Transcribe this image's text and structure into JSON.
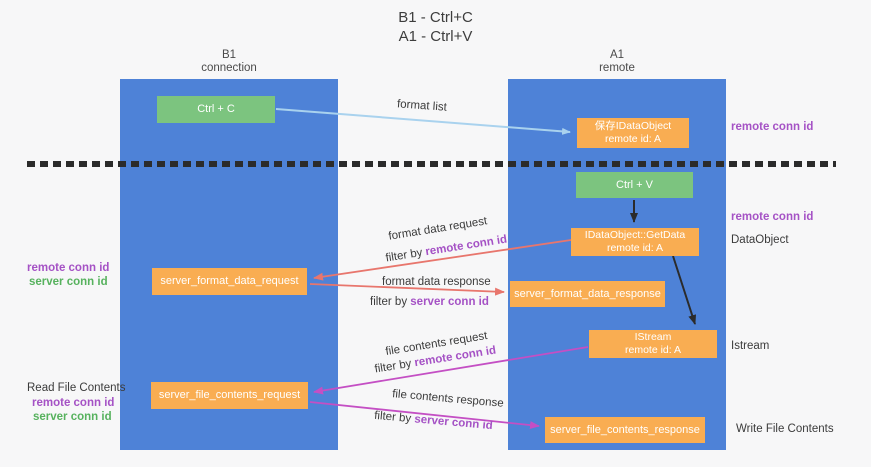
{
  "title": {
    "line1": "B1 - Ctrl+C",
    "line2": "A1 - Ctrl+V"
  },
  "lifelines": {
    "left": {
      "name": "B1",
      "role": "connection"
    },
    "right": {
      "name": "A1",
      "role": "remote"
    }
  },
  "nodes": {
    "ctrl_c": {
      "label": "Ctrl + C"
    },
    "save_idataobject": {
      "line1": "保存IDataObject",
      "line2": "remote id: A"
    },
    "ctrl_v": {
      "label": "Ctrl + V"
    },
    "idataobject_getdata": {
      "line1": "IDataObject::GetData",
      "line2": "remote id: A"
    },
    "server_format_data_request": {
      "label": "server_format_data_request"
    },
    "server_format_data_response": {
      "label": "server_format_data_response"
    },
    "istream": {
      "line1": "IStream",
      "line2": "remote id: A"
    },
    "server_file_contents_request": {
      "label": "server_file_contents_request"
    },
    "server_file_contents_response": {
      "label": "server_file_contents_response"
    }
  },
  "messages": {
    "format_list": "format list",
    "format_data_request": "format data request",
    "format_data_response": "format data response",
    "file_contents_request": "file contents request",
    "file_contents_response": "file contents response",
    "filter_by": "filter by",
    "remote_conn_id": "remote conn id",
    "server_conn_id": "server conn id"
  },
  "annotations": {
    "remote_conn_id": "remote conn id",
    "server_conn_id": "server conn id",
    "dataobject": "DataObject",
    "istream": "Istream",
    "read_file_contents": "Read File Contents",
    "write_file_contents": "Write File Contents"
  },
  "colors": {
    "lifeline_blue": "#4e82d7",
    "node_green": "#7cc47f",
    "node_orange": "#f9ad52",
    "arrow_light_blue": "#a9d2ee",
    "arrow_salmon": "#e8766d",
    "arrow_magenta": "#c44fc4",
    "arrow_black": "#2b2b2b",
    "label_purple": "#a552c5",
    "label_green": "#57b25e",
    "text_dark": "#3b3b3b"
  }
}
